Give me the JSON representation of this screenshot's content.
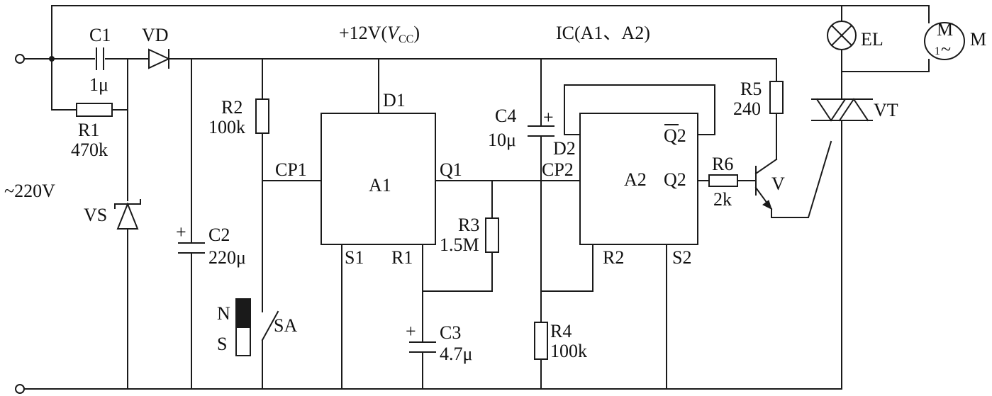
{
  "labels": {
    "c1": "C1",
    "c1_val": "1μ",
    "vd": "VD",
    "vcc_prefix": "+12V(",
    "vcc_v": "V",
    "vcc_sub": "CC",
    "vcc_suffix": ")",
    "ic": "IC(A1、A2)",
    "el": "EL",
    "m": "M",
    "m_sym_m": "M",
    "m_sym_1": "1",
    "m_sym_tilde": "~",
    "r1": "R1",
    "r1_val": "470k",
    "r2": "R2",
    "r2_val": "100k",
    "d1": "D1",
    "c4": "C4",
    "c4_val": "10μ",
    "c4_plus": "+",
    "c2_plus": "+",
    "c3_plus": "+",
    "r5": "R5",
    "r5_val": "240",
    "vt": "VT",
    "q2bar": "Q2",
    "d2": "D2",
    "cp1": "CP1",
    "a1": "A1",
    "q1": "Q1",
    "cp2": "CP2",
    "a2": "A2",
    "q2": "Q2",
    "r6": "R6",
    "r6_val": "2k",
    "v": "V",
    "ac": "~220V",
    "vs": "VS",
    "r3": "R3",
    "r3_val": "1.5M",
    "c2": "C2",
    "c2_val": "220μ",
    "s1": "S1",
    "r1_pin": "R1",
    "r2_pin": "R2",
    "s2": "S2",
    "sa_n": "N",
    "sa_s": "S",
    "sa": "SA",
    "c3": "C3",
    "c3_val": "4.7μ",
    "r4": "R4",
    "r4_val": "100k"
  }
}
